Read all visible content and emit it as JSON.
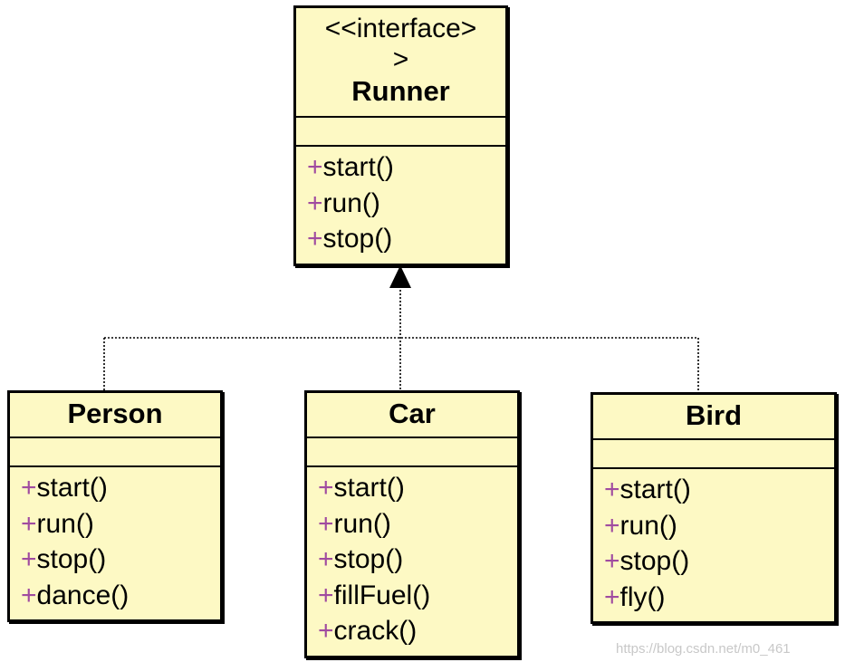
{
  "diagram": {
    "interface": {
      "stereotype_line1": "<<interface>",
      "stereotype_line2": ">",
      "name": "Runner",
      "operations": [
        "start()",
        "run()",
        "stop()"
      ]
    },
    "classes": [
      {
        "key": "person",
        "name": "Person",
        "operations": [
          "start()",
          "run()",
          "stop()",
          "dance()"
        ]
      },
      {
        "key": "car",
        "name": "Car",
        "operations": [
          "start()",
          "run()",
          "stop()",
          "fillFuel()",
          "crack()"
        ]
      },
      {
        "key": "bird",
        "name": "Bird",
        "operations": [
          "start()",
          "run()",
          "stop()",
          "fly()"
        ]
      }
    ],
    "visibility_symbol": "+",
    "relationship": "realization"
  },
  "colors": {
    "class_fill": "#fdf9c4",
    "border": "#000000",
    "visibility": "#a04ca0"
  },
  "watermark": "https://blog.csdn.net/m0_461"
}
